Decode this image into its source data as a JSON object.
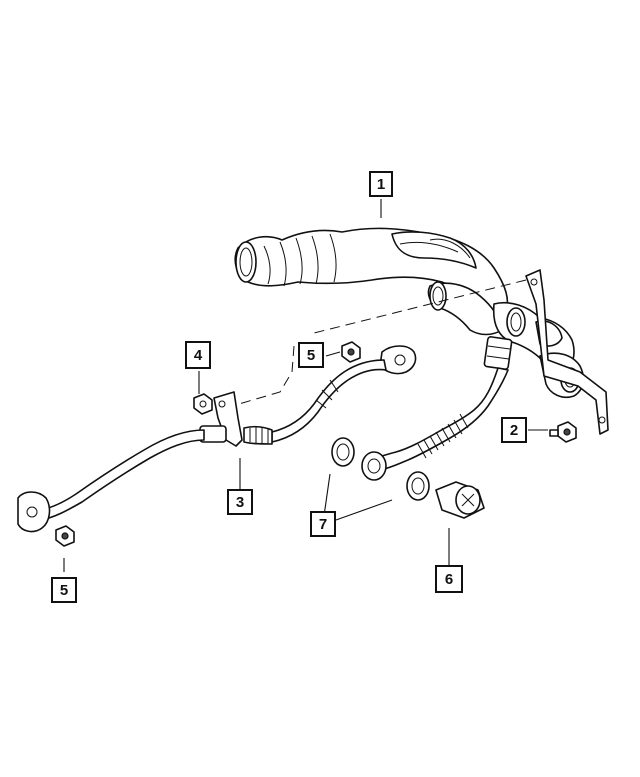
{
  "callouts": [
    {
      "id": "1",
      "label": "1"
    },
    {
      "id": "2",
      "label": "2"
    },
    {
      "id": "3",
      "label": "3"
    },
    {
      "id": "4",
      "label": "4"
    },
    {
      "id": "5a",
      "label": "5"
    },
    {
      "id": "5b",
      "label": "5"
    },
    {
      "id": "6",
      "label": "6"
    },
    {
      "id": "7",
      "label": "7"
    }
  ],
  "colors": {
    "line": "#111111",
    "background": "#ffffff"
  }
}
